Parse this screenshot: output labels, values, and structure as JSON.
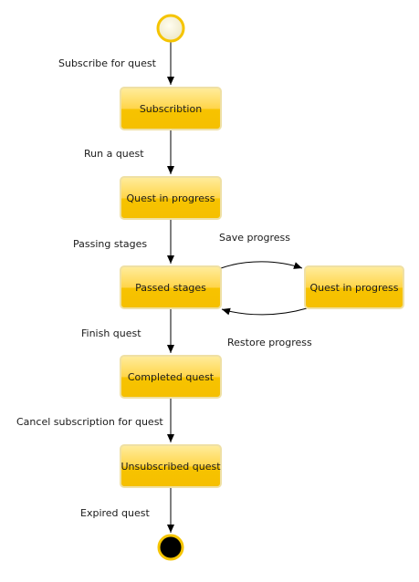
{
  "diagram": {
    "states": {
      "subscription": "Subscribtion",
      "quest_in_progress": "Quest in progress",
      "passed_stages": "Passed stages",
      "quest_in_progress_saved": "Quest in progress",
      "completed_quest": "Completed quest",
      "unsubscribed_quest": "Unsubscribed quest"
    },
    "transitions": {
      "subscribe": "Subscribe for quest",
      "run": "Run a quest",
      "passing": "Passing stages",
      "save": "Save progress",
      "restore": "Restore progress",
      "finish": "Finish quest",
      "cancel": "Cancel subscription for quest",
      "expired": "Expired quest"
    },
    "colors": {
      "state_fill_top": "#ffe27a",
      "state_fill_bottom": "#f7c100",
      "state_border": "#f0e2a0",
      "start_fill": "#f7f2d6",
      "start_border": "#f5c400",
      "end_fill": "#000000",
      "end_border": "#f5c400"
    }
  }
}
